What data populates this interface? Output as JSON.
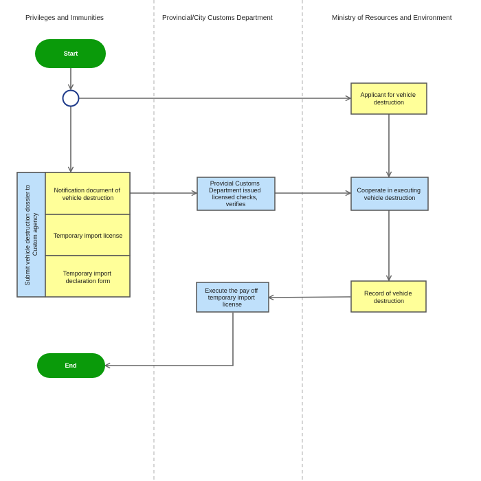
{
  "lanes": [
    {
      "id": "lane-1",
      "title": "Privileges and Immunities"
    },
    {
      "id": "lane-2",
      "title": "Provincial/City Customs Department"
    },
    {
      "id": "lane-3",
      "title": "Ministry of Resources and Environment"
    }
  ],
  "nodes": {
    "start": {
      "label": "Start"
    },
    "end": {
      "label": "End"
    },
    "applicant": {
      "lines": [
        "Applicant for vehicle",
        "destruction"
      ]
    },
    "dossier_container": {
      "lines": [
        "Submit vehicle destruction dossier to",
        "Custom agency"
      ]
    },
    "notification": {
      "lines": [
        "Notification document of",
        "vehicle destruction"
      ]
    },
    "temp_license": {
      "lines": [
        "Temporary import license"
      ]
    },
    "declaration": {
      "lines": [
        "Temporary import",
        "declaration form"
      ]
    },
    "customs_check": {
      "lines": [
        "Provicial Customs",
        "Department issued",
        "licensed checks,",
        "verifies"
      ]
    },
    "cooperate": {
      "lines": [
        "Cooperate in executing",
        "vehicle destruction"
      ]
    },
    "record": {
      "lines": [
        "Record of vehicle",
        "destruction"
      ]
    },
    "payoff": {
      "lines": [
        "Execute the pay off",
        "temporary import",
        "license"
      ]
    }
  },
  "colors": {
    "green": "#0a9a0a",
    "yellow": "#ffff99",
    "blue": "#bfe0fb",
    "border": "#555555",
    "connector": "#666666",
    "circle": "#1e3a8a"
  }
}
